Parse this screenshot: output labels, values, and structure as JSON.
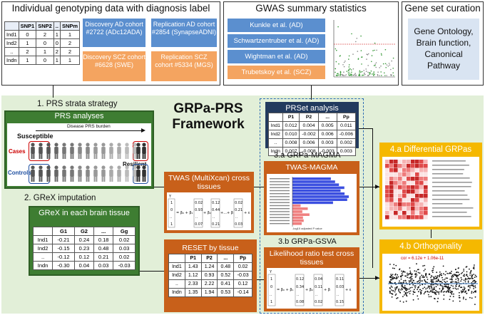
{
  "top": {
    "genotyping_title": "Individual genotyping data with diagnosis label",
    "gwas_title": "GWAS summary statistics",
    "geneset_title": "Gene set curation",
    "snp_table": {
      "headers": [
        "",
        "SNP1",
        "SNP2",
        "..",
        "SNPm"
      ],
      "rows": [
        [
          "Ind1",
          "0",
          "2",
          "1",
          "1"
        ],
        [
          "Ind2",
          "1",
          "0",
          "0",
          "2"
        ],
        [
          "..",
          "2",
          "1",
          "2",
          "2"
        ],
        [
          "Indn",
          "1",
          "0",
          "1",
          "1"
        ]
      ]
    },
    "cohorts": {
      "disc_ad": "Discovery  AD cohort #2722 (ADc12ADA)",
      "rep_ad": "Replication AD cohort #2854 (SynapseADNI)",
      "disc_scz": "Discovery  SCZ cohort #6628 (SWE)",
      "rep_scz": "Replication SCZ cohort #5334 (MGS)"
    },
    "gwas": [
      "Kunkle et al. (AD)",
      "Schwartzentruber et al. (AD)",
      "Wightman et al. (AD)",
      "Trubetskoy  et al. (SCZ)"
    ],
    "geneset_text": "Gene Ontology, Brain function, Canonical Pathway"
  },
  "framework": {
    "title_line1": "GRPa-PRS",
    "title_line2": "Framework"
  },
  "step1": {
    "title": "1. PRS strata strategy",
    "panel_title": "PRS analyses",
    "burden": "Disease PRS burden",
    "susceptible": "Susceptible",
    "resilient": "Resilient",
    "cases": "Cases",
    "controls": "Controls"
  },
  "step2": {
    "title": "2. GReX imputation",
    "panel_title": "GReX in each brain tissue",
    "table": {
      "headers": [
        "",
        "G1",
        "G2",
        "...",
        "Gg"
      ],
      "rows": [
        [
          "Ind1",
          "-0.21",
          "0.24",
          "0.18",
          "0.02"
        ],
        [
          "Ind2",
          "-0.15",
          "0.23",
          "0.48",
          "0.03"
        ],
        [
          "..",
          "-0.12",
          "0.12",
          "0.21",
          "0.02"
        ],
        [
          "Indn",
          "-0.30",
          "0.04",
          "0.03",
          "-0.03"
        ]
      ]
    }
  },
  "prset": {
    "title": "PRSet analysis",
    "table": {
      "headers": [
        "",
        "P1",
        "P2",
        "...",
        "Pp"
      ],
      "rows": [
        [
          "Ind1",
          "0.012",
          "0.004",
          "0.005",
          "0.011"
        ],
        [
          "Ind2",
          "0.010",
          "-0.002",
          "0.006",
          "-0.006"
        ],
        [
          "..",
          "0.008",
          "0.006",
          "0.003",
          "0.002"
        ],
        [
          "Indn",
          "0.007",
          "-0.008",
          "-0.003",
          "0.003"
        ]
      ]
    }
  },
  "twas": {
    "title": "TWAS (MultiXcan) cross tissues",
    "formula": "= β0 + β1 PCi + β2 PCi + ... + βk PCk + ε"
  },
  "magma": {
    "title": "3.a GRPa-MAGMA",
    "panel_title": "TWAS-MAGMA",
    "axis_label": "-log10 adjusted P value"
  },
  "reset": {
    "title": "RESET by tissue",
    "table": {
      "headers": [
        "",
        "P1",
        "P2",
        "...",
        "Pp"
      ],
      "rows": [
        [
          "Ind1",
          "1.43",
          "1.24",
          "0.48",
          "0.02"
        ],
        [
          "Ind2",
          "1.12",
          "0.93",
          "0.52",
          "-0.03"
        ],
        [
          "..",
          "2.33",
          "2.22",
          "0.41",
          "0.12"
        ],
        [
          "Indn",
          "1.35",
          "1.94",
          "0.53",
          "-0.14"
        ]
      ]
    }
  },
  "gsva": {
    "title": "3.b GRPa-GSVA",
    "panel_title": "Likelihood ratio test cross tissues"
  },
  "diff": {
    "title": "4.a Differential GRPas"
  },
  "orth": {
    "title": "4.b Orthogonality",
    "annotation": "cor = 6.12e + 1.06e-11"
  },
  "colors": {
    "green": "#3e7d32",
    "orange": "#c8601a",
    "navy": "#223a5e",
    "yellow": "#f5b800",
    "blue_card": "#5b8fcf",
    "salmon_card": "#f4a460"
  }
}
